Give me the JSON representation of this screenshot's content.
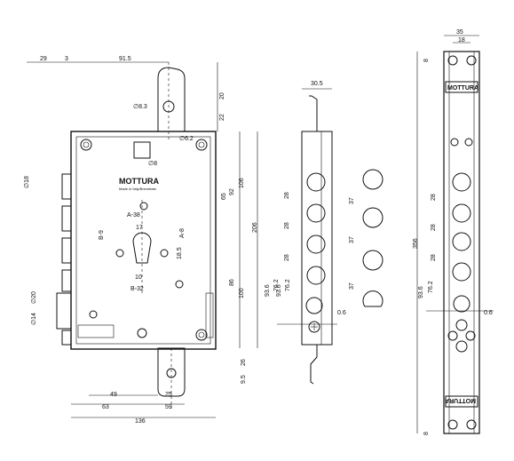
{
  "brand": {
    "name": "MOTTURA",
    "tagline": "Made in Italy/Brevettato"
  },
  "front_view": {
    "top_dims": [
      "29",
      "3",
      "91.5"
    ],
    "bolt_holes": [
      "∅8.3",
      "∅6.2",
      "∅8"
    ],
    "right_dims": [
      "20",
      "22",
      "65",
      "92",
      "106",
      "206",
      "86",
      "100",
      "26",
      "9.5"
    ],
    "cylinder_dims": [
      "A-38",
      "17",
      "A-8",
      "B-9",
      "18.5",
      "10",
      "B-32"
    ],
    "left_dims": [
      "∅18",
      "∅20",
      "∅14"
    ],
    "bottom_dims": [
      "49",
      "25",
      "63",
      "59",
      "136"
    ],
    "inner_dims": [
      "93.6",
      "76.2"
    ]
  },
  "side_view": {
    "top_dim": "30.5",
    "dims": [
      "28",
      "28",
      "28",
      "0.6"
    ],
    "inner_dims": [
      "93.6",
      "76.2"
    ]
  },
  "bolts_view": {
    "dims": [
      "37",
      "37",
      "37"
    ]
  },
  "faceplate_view": {
    "top_dims": [
      "35",
      "18"
    ],
    "dims": [
      "8",
      "356",
      "28",
      "28",
      "28",
      "93.6",
      "76.2",
      "0.6",
      "8"
    ]
  }
}
